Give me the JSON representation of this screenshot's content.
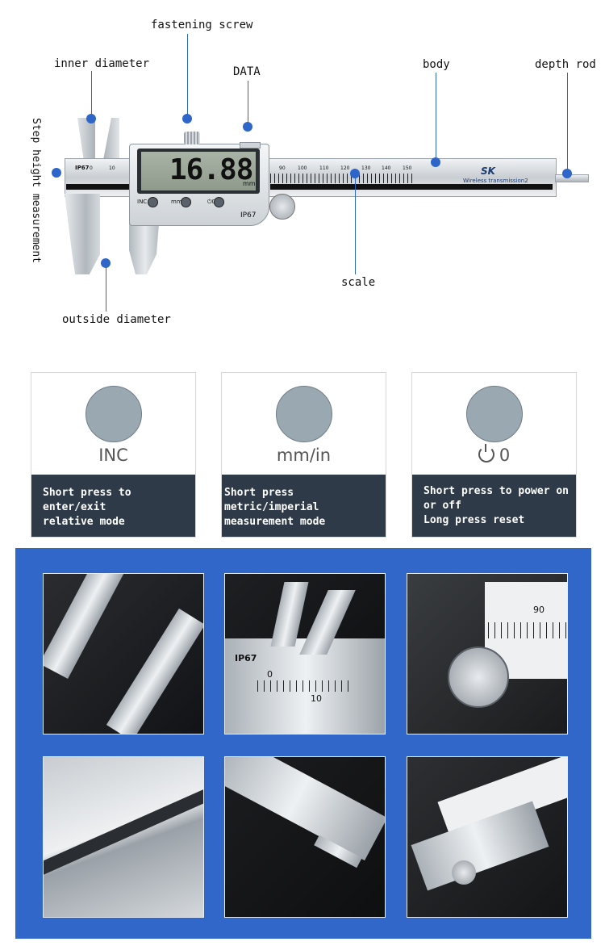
{
  "diagram": {
    "labels": {
      "fastening_screw": "fastening screw",
      "inner_diameter": "inner diameter",
      "data": "DATA",
      "body": "body",
      "depth_rod": "depth rod",
      "step_height": "Step height measurement",
      "scale": "scale",
      "outside_diameter": "outside diameter"
    },
    "caliper": {
      "display_reading": "16.88",
      "display_unit": "mm",
      "ip_rating": "IP67",
      "btn_inc": "INC",
      "btn_mm_in": "mm/in",
      "btn_power": "⏻0",
      "brand": "SK",
      "brand_sub": "Wireless transmission2",
      "scale_numbers": [
        "90",
        "100",
        "110",
        "120",
        "130",
        "140",
        "150"
      ],
      "jaw_numbers": [
        "0",
        "10"
      ]
    }
  },
  "buttons": [
    {
      "key": "INC",
      "description": "Short press to enter/exit\nrelative mode"
    },
    {
      "key": "mm/in",
      "description": "Short press metric/imperial\nmeasurement mode"
    },
    {
      "key": "0",
      "icon": "power-icon",
      "description": "Short press to power on\nor off\nLong press reset"
    }
  ],
  "gallery": {
    "background": "#3067c8",
    "photos": [
      {
        "name": "inner-jaw-tips-photo"
      },
      {
        "name": "jaw-ip67-photo",
        "text": [
          "IP67",
          "0",
          "10"
        ]
      },
      {
        "name": "thumb-wheel-photo",
        "text": [
          "90"
        ]
      },
      {
        "name": "beam-edge-photo"
      },
      {
        "name": "depth-rod-photo"
      },
      {
        "name": "slider-side-photo"
      }
    ]
  }
}
